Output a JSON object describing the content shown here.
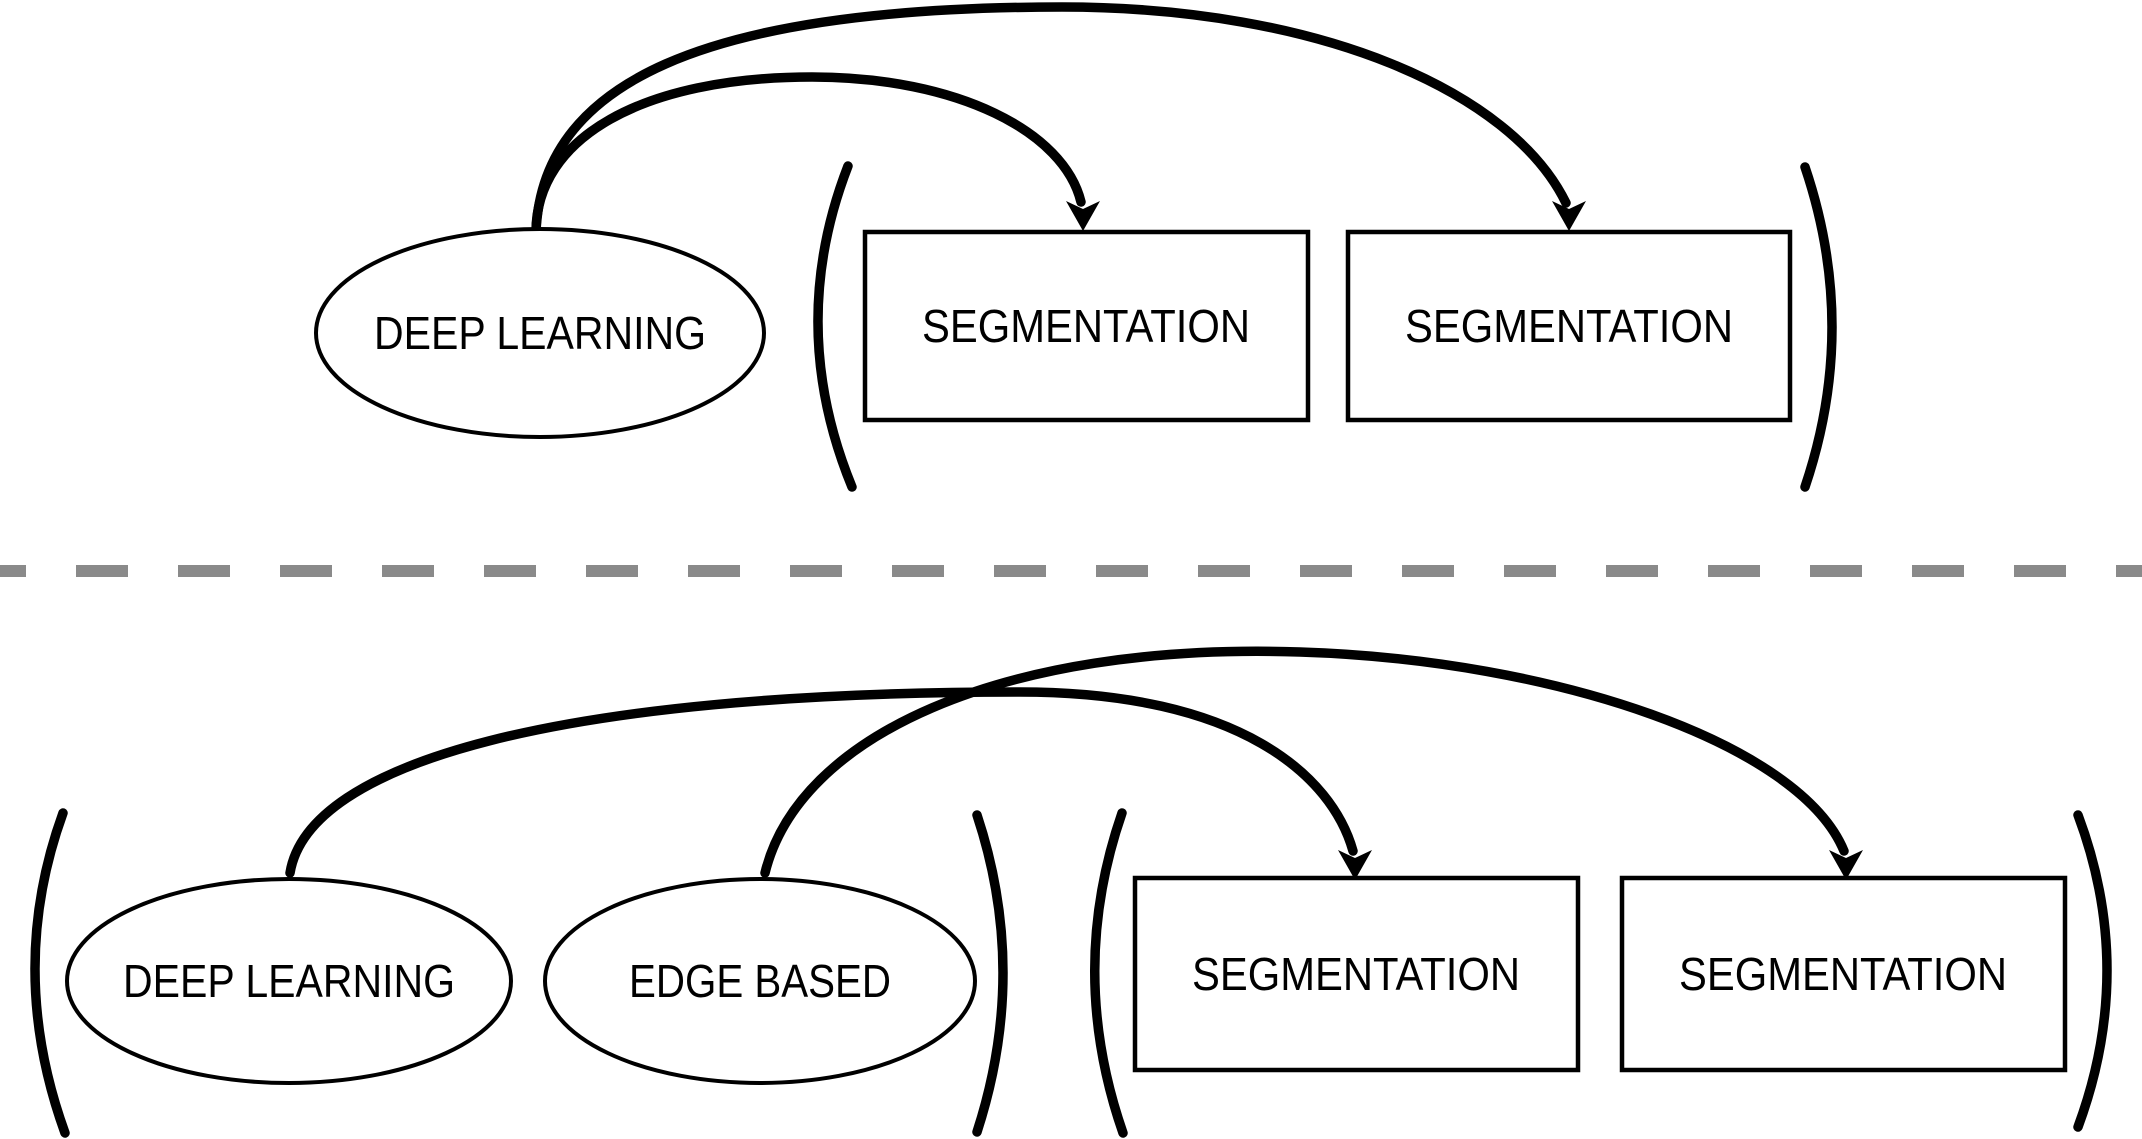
{
  "colors": {
    "ink": "#000000",
    "paper": "#ffffff",
    "divider": "#8a8a8a"
  },
  "top_section": {
    "node": {
      "label": "DEEP LEARNING",
      "shape": "ellipse"
    },
    "target_group": {
      "grouping": "parentheses",
      "boxes": [
        {
          "label": "SEGMENTATION",
          "shape": "rectangle"
        },
        {
          "label": "SEGMENTATION",
          "shape": "rectangle"
        }
      ]
    },
    "edges": [
      {
        "from": "DEEP LEARNING",
        "to": "SEGMENTATION (left box)"
      },
      {
        "from": "DEEP LEARNING",
        "to": "SEGMENTATION (right box)"
      }
    ]
  },
  "bottom_section": {
    "source_group": {
      "grouping": "parentheses",
      "nodes": [
        {
          "label": "DEEP LEARNING",
          "shape": "ellipse"
        },
        {
          "label": "EDGE BASED",
          "shape": "ellipse"
        }
      ]
    },
    "target_group": {
      "grouping": "parentheses",
      "boxes": [
        {
          "label": "SEGMENTATION",
          "shape": "rectangle"
        },
        {
          "label": "SEGMENTATION",
          "shape": "rectangle"
        }
      ]
    },
    "edges": [
      {
        "from": "DEEP LEARNING",
        "to": "SEGMENTATION (left box)"
      },
      {
        "from": "EDGE BASED",
        "to": "SEGMENTATION (right box)"
      }
    ]
  }
}
